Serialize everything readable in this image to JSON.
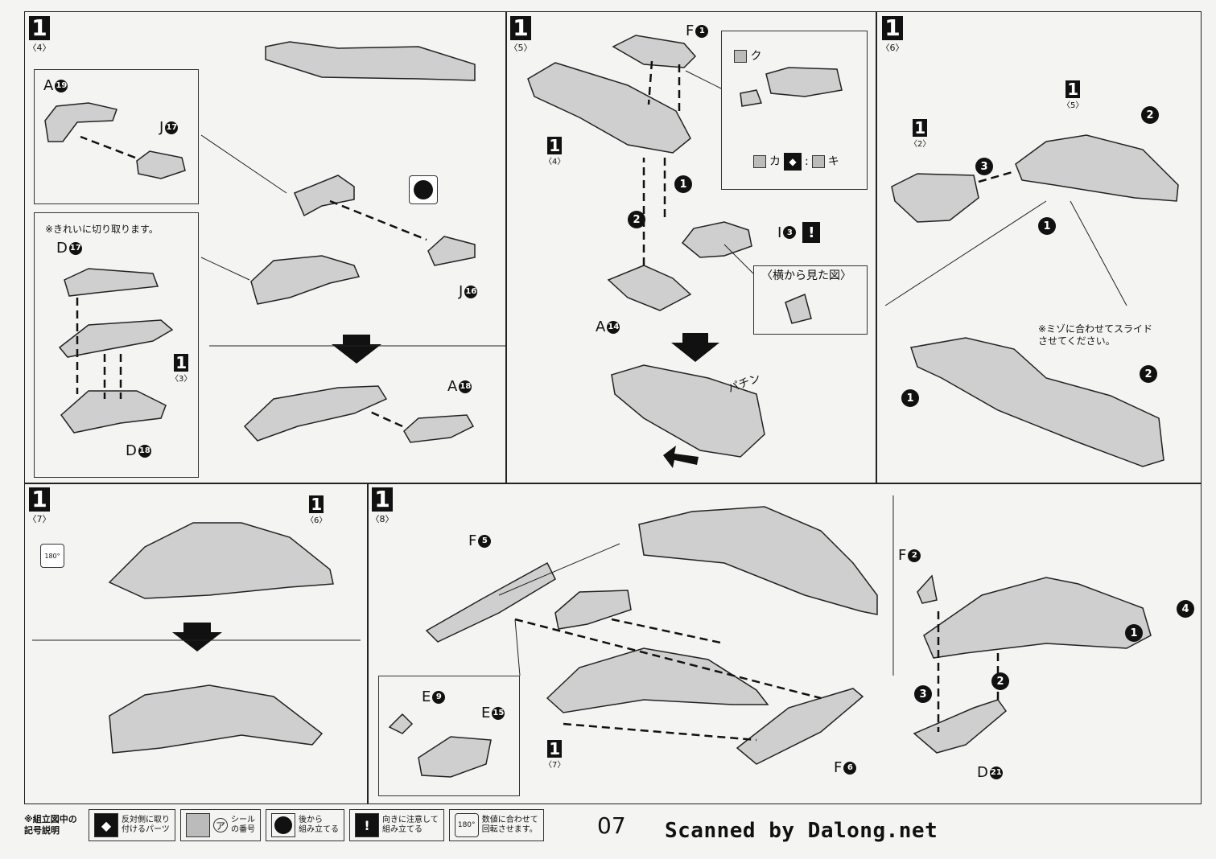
{
  "page_number": "07",
  "scanned_by": "Scanned by Dalong.net",
  "steps": [
    {
      "num": "1",
      "sub": "〈4〉"
    },
    {
      "num": "1",
      "sub": "〈5〉"
    },
    {
      "num": "1",
      "sub": "〈6〉"
    },
    {
      "num": "1",
      "sub": "〈7〉"
    },
    {
      "num": "1",
      "sub": "〈8〉"
    }
  ],
  "step4": {
    "parts": {
      "a19": "A",
      "a19n": "19",
      "j17": "J",
      "j17n": "17",
      "j16": "J",
      "j16n": "16",
      "d17": "D",
      "d17n": "17",
      "d18": "D",
      "d18n": "18",
      "a18": "A",
      "a18n": "18"
    },
    "note": "※きれいに切り取ります。",
    "ref": {
      "num": "1",
      "sub": "〈3〉"
    }
  },
  "step5": {
    "parts": {
      "f1": "F",
      "f1n": "1",
      "i3": "I",
      "i3n": "3",
      "a14": "A",
      "a14n": "14"
    },
    "ref": {
      "num": "1",
      "sub": "〈4〉"
    },
    "sticker_labels": [
      "ク",
      "カ",
      "キ"
    ],
    "side_view": "〈横から見た図〉",
    "sfx": "パチン",
    "arrows": [
      "1",
      "2"
    ]
  },
  "step6": {
    "ref_left": {
      "num": "1",
      "sub": "〈2〉"
    },
    "ref_right": {
      "num": "1",
      "sub": "〈5〉"
    },
    "note": "※ミゾに合わせてスライド\nさせてください。",
    "arrows": [
      "1",
      "2",
      "3"
    ]
  },
  "step7": {
    "ref": {
      "num": "1",
      "sub": "〈6〉"
    },
    "rotate_label": "180°"
  },
  "step8": {
    "parts": {
      "f5": "F",
      "f5n": "5",
      "f6": "F",
      "f6n": "6",
      "e9": "E",
      "e9n": "9",
      "e15": "E",
      "e15n": "15",
      "f2": "F",
      "f2n": "2",
      "d21": "D",
      "d21n": "21"
    },
    "ref": {
      "num": "1",
      "sub": "〈7〉"
    },
    "arrows": [
      "1",
      "2",
      "3",
      "4"
    ]
  },
  "legend": {
    "title": "※組立図中の\n記号説明",
    "items": [
      {
        "icon": "opposite-side-icon",
        "text": "反対側に取り\n付けるパーツ"
      },
      {
        "icon": "sticker-icon",
        "mark": "ア",
        "text": "シール\nの番号"
      },
      {
        "icon": "rear-view-icon",
        "text": "後から\n組み立てる"
      },
      {
        "icon": "caution-icon",
        "mark": "!",
        "text": "向きに注意して\n組み立てる"
      },
      {
        "icon": "rotate-icon",
        "mark": "180°",
        "text": "数値に合わせて\n回転させます。"
      }
    ]
  }
}
